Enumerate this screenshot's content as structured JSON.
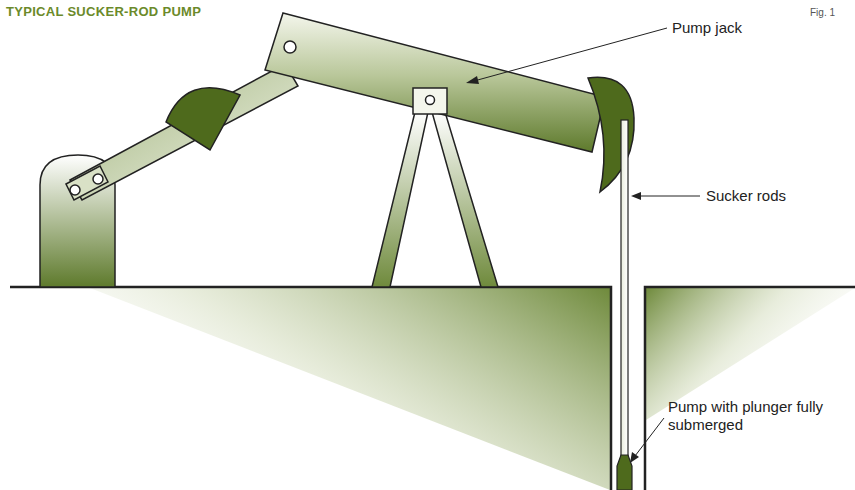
{
  "diagram": {
    "title": "TYPICAL SUCKER-ROD PUMP",
    "labels": [
      "Fig. 1",
      "Pump jack",
      "Sucker rods",
      "Pump with plunger fully submerged"
    ]
  }
}
